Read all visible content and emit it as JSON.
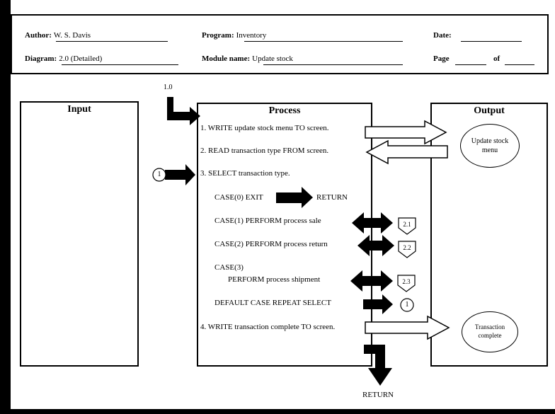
{
  "header": {
    "author_label": "Author:",
    "author_value": "W. S. Davis",
    "program_label": "Program:",
    "program_value": "Inventory",
    "date_label": "Date:",
    "diagram_label": "Diagram:",
    "diagram_value": "2.0 (Detailed)",
    "module_label": "Module name:",
    "module_value": "Update stock",
    "page_label": "Page",
    "of_label": "of"
  },
  "columns": {
    "input": "Input",
    "process": "Process",
    "output": "Output"
  },
  "entry_label": "1.0",
  "process_steps": {
    "step1": "1. WRITE update stock menu TO screen.",
    "step2": "2. READ transaction type FROM screen.",
    "step3": "3. SELECT transaction type.",
    "case0": "CASE(0) EXIT",
    "case0_target": "RETURN",
    "case1": "CASE(1) PERFORM process sale",
    "case2": "CASE(2) PERFORM process return",
    "case3a": "CASE(3)",
    "case3b": "PERFORM process shipment",
    "default": "DEFAULT CASE REPEAT SELECT",
    "step4": "4. WRITE transaction complete TO screen."
  },
  "connectors": {
    "loop": "1",
    "loop_target": "1",
    "sub1": "2.1",
    "sub2": "2.2",
    "sub3": "2.3"
  },
  "outputs": {
    "menu": "Update stock menu",
    "complete": "Transaction complete"
  },
  "exit_label": "RETURN"
}
